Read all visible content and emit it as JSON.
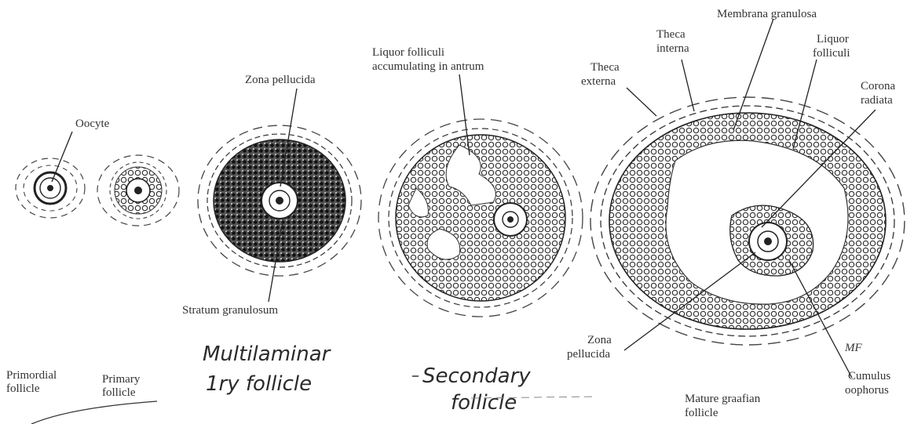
{
  "follicles": [
    {
      "key": "primordial",
      "caption": [
        "Primordial",
        "follicle"
      ]
    },
    {
      "key": "primary",
      "caption": [
        "Primary",
        "follicle"
      ]
    },
    {
      "key": "multilaminar",
      "handwritten": [
        "Multilaminar",
        "1ry follicle"
      ]
    },
    {
      "key": "secondary",
      "handwritten": [
        "Secondary",
        "follicle"
      ]
    },
    {
      "key": "mature",
      "caption": [
        "Mature graafian",
        "follicle"
      ]
    }
  ],
  "labels": {
    "oocyte": "Oocyte",
    "zona_pellucida_top": "Zona pellucida",
    "stratum_granulosum": "Stratum granulosum",
    "liquor_antrum": [
      "Liquor folliculi",
      "accumulating in antrum"
    ],
    "theca_externa": [
      "Theca",
      "externa"
    ],
    "theca_interna": [
      "Theca",
      "interna"
    ],
    "membrana_granulosa": "Membrana granulosa",
    "liquor_folliculi": [
      "Liquor",
      "folliculi"
    ],
    "corona_radiata": [
      "Corona",
      "radiata"
    ],
    "zona_pellucida_bottom": [
      "Zona",
      "pellucida"
    ],
    "cumulus_oophorus": [
      "Cumulus",
      "oophorus"
    ],
    "signature": "MF"
  },
  "colors": {
    "ink": "#222222",
    "tissue": "#4a4a4a",
    "paper": "#ffffff"
  }
}
